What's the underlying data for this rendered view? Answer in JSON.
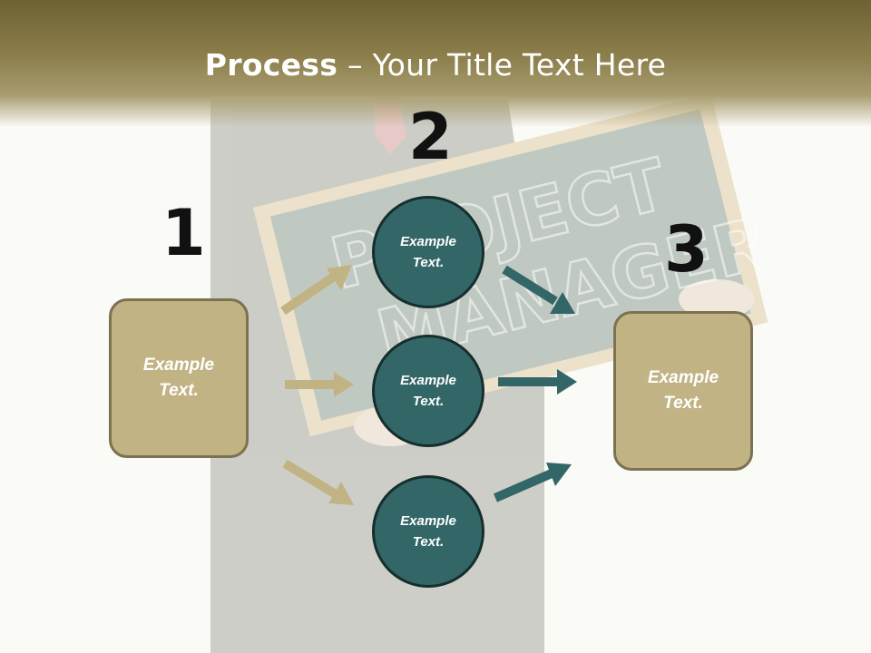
{
  "slide": {
    "title_bold": "Process",
    "title_rest": " – Your Title Text Here",
    "steps": [
      "1",
      "2",
      "3"
    ],
    "left_box": "Example Text.",
    "right_box": "Example Text.",
    "circles": [
      "Example Text.",
      "Example Text.",
      "Example Text."
    ],
    "board_text": [
      "PROJECT",
      "MANAGER"
    ]
  },
  "colors": {
    "header": "#8c7f4c",
    "box_fill": "#c2b385",
    "box_border": "#7b7251",
    "circle_fill": "#336666",
    "circle_border": "#172e2e",
    "tan_arrow": "#c2b385",
    "teal_arrow": "#336666"
  },
  "icons": {
    "left_arrows": "arrow-right-icon",
    "right_arrows": "arrow-right-icon"
  }
}
